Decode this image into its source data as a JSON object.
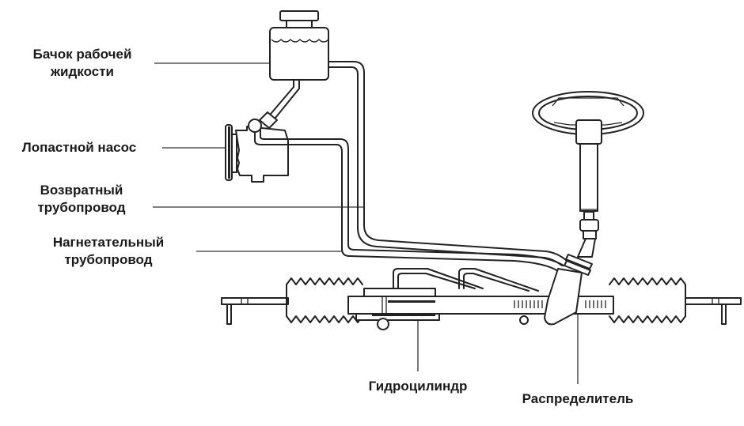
{
  "title": "Power steering system diagram",
  "labels": {
    "reservoir": [
      "Бачок рабочей",
      "жидкости"
    ],
    "pump": "Лопастной  насос",
    "return_line": [
      "Возвратный",
      "трубопровод"
    ],
    "pressure_line": [
      "Нагнетательный",
      "трубопровод"
    ],
    "hydraulic_cylinder": "Гидроцилиндр",
    "distributor": "Распределитель"
  }
}
